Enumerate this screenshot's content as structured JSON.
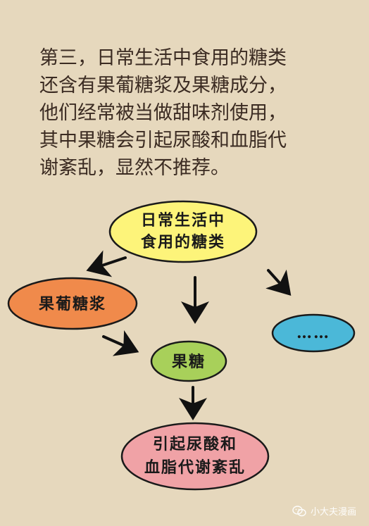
{
  "paragraph": {
    "lines": [
      "第三，日常生活中食用的糖类",
      "还含有果葡糖浆及果糖成分，",
      "他们经常被当做甜味剂使用，",
      "其中果糖会引起尿酸和血脂代",
      "谢紊乱，显然不推荐。"
    ]
  },
  "diagram": {
    "nodes": {
      "top": {
        "lines": [
          "日常生活中",
          "食用的糖类"
        ],
        "color": "#fdf47a"
      },
      "syrup": {
        "lines": [
          "果葡糖浆"
        ],
        "color": "#f08a4b"
      },
      "fructose": {
        "lines": [
          "果糖"
        ],
        "color": "#a8d05a"
      },
      "etc": {
        "lines": [
          "……"
        ],
        "color": "#4bb8d8"
      },
      "result": {
        "lines": [
          "引起尿酸和",
          "血脂代谢紊乱"
        ],
        "color": "#f0a2a6"
      }
    }
  },
  "watermark": {
    "text": "小大夫漫画",
    "icon": "wechat-icon"
  }
}
